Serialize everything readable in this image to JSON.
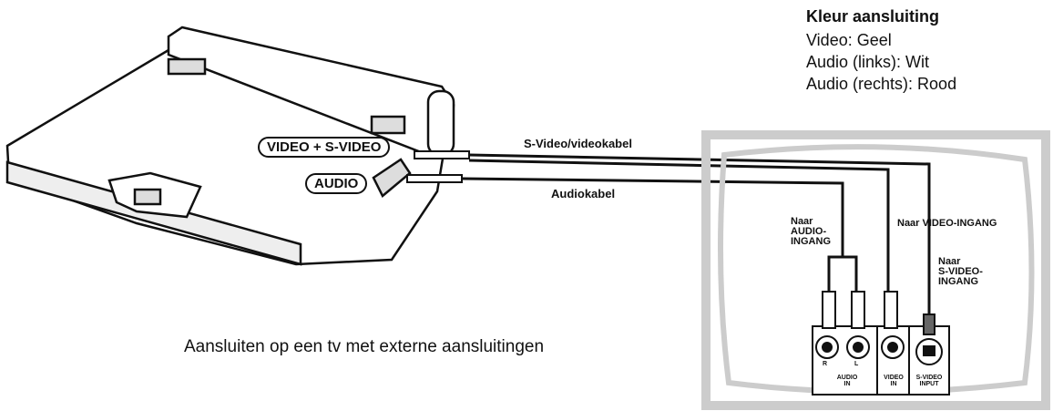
{
  "legend": {
    "title": "Kleur aansluiting",
    "lines": [
      "Video: Geel",
      "Audio (links): Wit",
      "Audio (rechts): Rood"
    ]
  },
  "device_labels": {
    "video_port": "VIDEO + S-VIDEO",
    "audio_port": "AUDIO"
  },
  "cables": {
    "svideo_video": "S-Video/videokabel",
    "audio": "Audiokabel"
  },
  "tv_labels": {
    "to_audio": [
      "Naar",
      "AUDIO-",
      "INGANG"
    ],
    "to_video": "Naar VIDEO-INGANG",
    "to_svideo": [
      "Naar",
      "S-VIDEO-",
      "INGANG"
    ]
  },
  "tv_panel": {
    "jack_r": "R",
    "jack_l": "L",
    "audio_in": [
      "AUDIO",
      "IN"
    ],
    "video_in": [
      "VIDEO",
      "IN"
    ],
    "svideo_input": [
      "S-VIDEO",
      "INPUT"
    ]
  },
  "caption": "Aansluiten op een tv met externe aansluitingen"
}
